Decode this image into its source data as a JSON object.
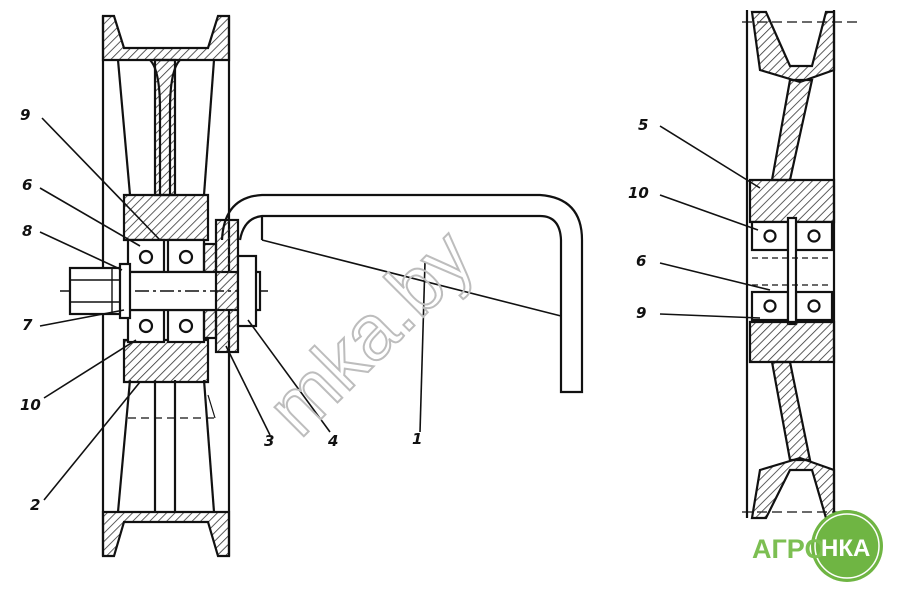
{
  "labels": {
    "l9a": "9",
    "l6a": "6",
    "l8": "8",
    "l7": "7",
    "l10a": "10",
    "l2": "2",
    "l3": "3",
    "l4": "4",
    "l1": "1",
    "l5": "5",
    "l10b": "10",
    "l6b": "6",
    "l9b": "9"
  },
  "watermark": "mka.by",
  "logo": {
    "left": "АГРО",
    "right": "НКА"
  },
  "colors": {
    "ink": "#111111",
    "hatch": "#333333",
    "watermark": "#bdbdbd",
    "logo_green": "#7cbf52",
    "logo_circle": "#6fb543"
  }
}
